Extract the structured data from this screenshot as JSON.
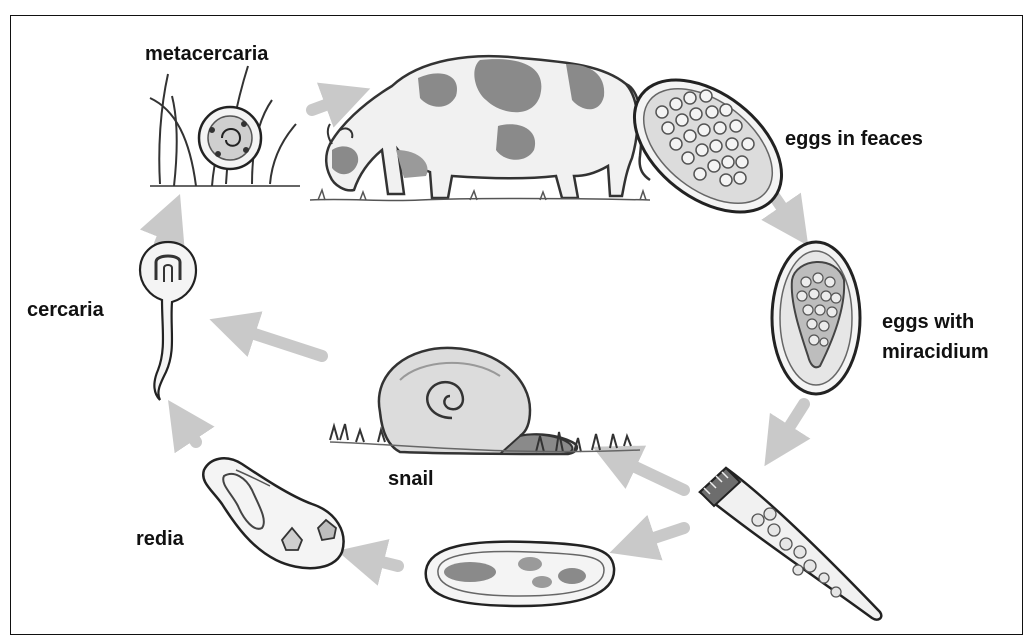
{
  "labels": {
    "metacercaria": "metacercaria",
    "eggs_in_feaces": "eggs in feaces",
    "eggs_with_line1": "eggs with",
    "eggs_with_line2": "miracidium",
    "cercaria": "cercaria",
    "snail": "snail",
    "redia": "redia"
  },
  "icons": [
    "grass-cyst-icon",
    "cow-icon",
    "egg-icon",
    "miracidium-egg-icon",
    "miracidium-icon",
    "sporocyst-icon",
    "redia-icon",
    "cercaria-icon",
    "snail-icon"
  ],
  "colors": {
    "arrow": "#c9c9c9",
    "ink": "#333333",
    "shade": "#8a8a8a",
    "light": "#d9d9d9"
  }
}
